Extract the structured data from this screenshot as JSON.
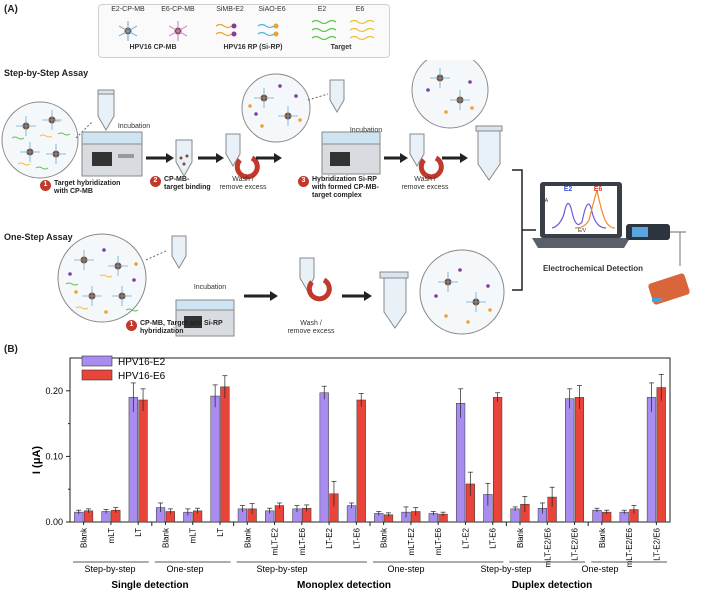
{
  "panel_a": {
    "tag": "(A)",
    "legend": {
      "cp_items": [
        "E2-CP-MB",
        "E6-CP-MB"
      ],
      "cp_group": "HPV16 CP-MB",
      "rp_items": [
        "SiMB-E2",
        "SiAO-E6"
      ],
      "rp_group": "HPV16 RP (Si-RP)",
      "target_items": [
        "E2",
        "E6"
      ],
      "target_group": "Target"
    },
    "step_by_step": {
      "title": "Step-by-Step Assay",
      "incubation_1": "Incubation",
      "incubation_2": "Incubation",
      "step1_num": "1",
      "step1_line1": "Target hybridization",
      "step1_line2": "with CP-MB",
      "step2_num": "2",
      "step2_line1": "CP-MB-",
      "step2_line2": "target binding",
      "wash1_line1": "Wash /",
      "wash1_line2": "remove excess",
      "step3_num": "3",
      "step3_line1": "Hybridization Si-RP",
      "step3_line2": "with formed CP-MB-",
      "step3_line3": "target complex",
      "wash2_line1": "Wash /",
      "wash2_line2": "remove excess"
    },
    "one_step": {
      "title": "One-Step Assay",
      "incubation": "Incubation",
      "step1_num": "1",
      "step1_line1": "CP-MB, Target add Si-RP",
      "step1_line2": "hybridization",
      "wash_line1": "Wash /",
      "wash_line2": "remove excess"
    },
    "detection": {
      "label": "Electrochemical Detection",
      "peak_e2": "E2",
      "peak_e6": "E6",
      "axis_y": "I/A",
      "axis_x": "E/V"
    }
  },
  "panel_b": {
    "tag": "(B)",
    "ylabel": "I (μA)",
    "colors": {
      "e2": "#a98cf0",
      "e6": "#e8443a"
    },
    "group_labels": [
      "Step-by-step",
      "One-step",
      "Step-by-step",
      "One-step",
      "Step-by-step",
      "One-step"
    ],
    "section_labels": [
      "Single detection",
      "Monoplex detection",
      "Duplex detection"
    ]
  },
  "chart_data": {
    "type": "bar",
    "ylabel": "I (μA)",
    "ylim": [
      0,
      0.25
    ],
    "yticks": [
      "0.00",
      "0.10",
      "0.20"
    ],
    "legend": [
      "HPV16-E2",
      "HPV16-E6"
    ],
    "legend_position": "top-left",
    "categories": [
      "Blank",
      "mLT",
      "LT",
      "Blank",
      "mLT",
      "LT",
      "Blank",
      "mLT-E2",
      "mLT-E6",
      "LT-E2",
      "LT-E6",
      "Blank",
      "mLT-E2",
      "mLT-E6",
      "LT-E2",
      "LT-E6",
      "Blank",
      "mLT-E2/E6",
      "LT-E2/E6",
      "Blank",
      "mLT-E2/E6",
      "LT-E2/E6"
    ],
    "series": [
      {
        "name": "HPV16-E2",
        "values": [
          0.015,
          0.016,
          0.19,
          0.022,
          0.015,
          0.192,
          0.02,
          0.017,
          0.02,
          0.197,
          0.025,
          0.013,
          0.015,
          0.013,
          0.181,
          0.042,
          0.02,
          0.021,
          0.188,
          0.018,
          0.015,
          0.19
        ],
        "errors": [
          0.003,
          0.003,
          0.022,
          0.007,
          0.005,
          0.017,
          0.005,
          0.004,
          0.005,
          0.01,
          0.004,
          0.003,
          0.008,
          0.003,
          0.022,
          0.017,
          0.003,
          0.008,
          0.015,
          0.003,
          0.003,
          0.022
        ]
      },
      {
        "name": "HPV16-E6",
        "values": [
          0.017,
          0.018,
          0.186,
          0.016,
          0.017,
          0.206,
          0.02,
          0.025,
          0.021,
          0.043,
          0.186,
          0.011,
          0.016,
          0.012,
          0.058,
          0.19,
          0.027,
          0.038,
          0.19,
          0.015,
          0.019,
          0.205
        ],
        "errors": [
          0.003,
          0.004,
          0.017,
          0.004,
          0.004,
          0.017,
          0.008,
          0.004,
          0.005,
          0.019,
          0.01,
          0.003,
          0.006,
          0.003,
          0.018,
          0.007,
          0.012,
          0.015,
          0.018,
          0.003,
          0.006,
          0.02
        ]
      }
    ]
  }
}
